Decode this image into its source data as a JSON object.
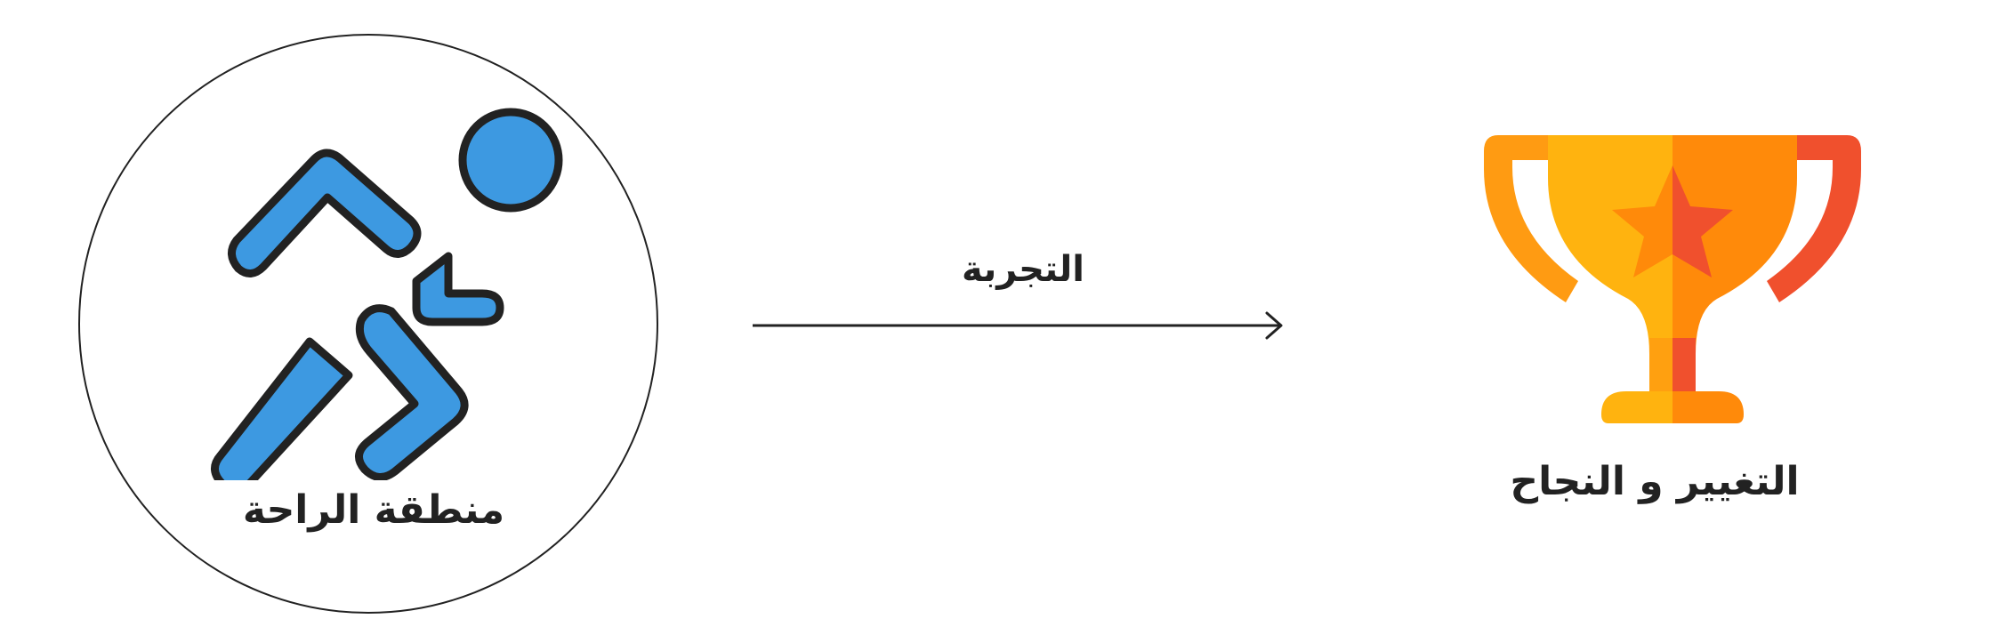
{
  "diagram": {
    "start": {
      "label": "منطقة الراحة",
      "icon": "runner-icon"
    },
    "transition": {
      "label": "التجربة"
    },
    "end": {
      "label": "التغيير و النجاح",
      "icon": "trophy-icon"
    }
  },
  "colors": {
    "runner_fill": "#3d99e1",
    "outline": "#222222",
    "trophy_main": "#ffb30f",
    "trophy_shadow": "#ff8a0a",
    "trophy_red": "#f0502d"
  }
}
